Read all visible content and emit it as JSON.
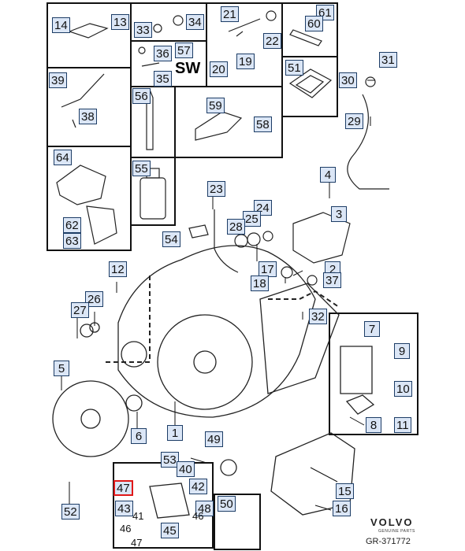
{
  "brand": {
    "name": "VOLVO",
    "tagline": "GENUINE PARTS"
  },
  "figure_ref": "GR-371772",
  "sw_label": "SW",
  "callouts": {
    "c1": "1",
    "c2": "2",
    "c3": "3",
    "c4": "4",
    "c5": "5",
    "c6": "6",
    "c7": "7",
    "c8": "8",
    "c9": "9",
    "c10": "10",
    "c11": "11",
    "c12": "12",
    "c13": "13",
    "c14": "14",
    "c15": "15",
    "c16": "16",
    "c17": "17",
    "c18": "18",
    "c19": "19",
    "c20": "20",
    "c21": "21",
    "c22": "22",
    "c23": "23",
    "c24": "24",
    "c25": "25",
    "c26": "26",
    "c27": "27",
    "c28": "28",
    "c29": "29",
    "c30": "30",
    "c31": "31",
    "c32": "32",
    "c33": "33",
    "c34": "34",
    "c35": "35",
    "c36": "36",
    "c37": "37",
    "c38": "38",
    "c39": "39",
    "c40": "40",
    "c42": "42",
    "c43": "43",
    "c45": "45",
    "c47": "47",
    "c48": "48",
    "c49": "49",
    "c50": "50",
    "c51": "51",
    "c52": "52",
    "c53": "53",
    "c54": "54",
    "c55": "55",
    "c56": "56",
    "c57": "57",
    "c58": "58",
    "c59": "59",
    "c60": "60",
    "c61": "61",
    "c62": "62",
    "c63": "63",
    "c64": "64"
  },
  "labels": {
    "l41": "41",
    "l46a": "46",
    "l46b": "46",
    "l47": "47"
  }
}
